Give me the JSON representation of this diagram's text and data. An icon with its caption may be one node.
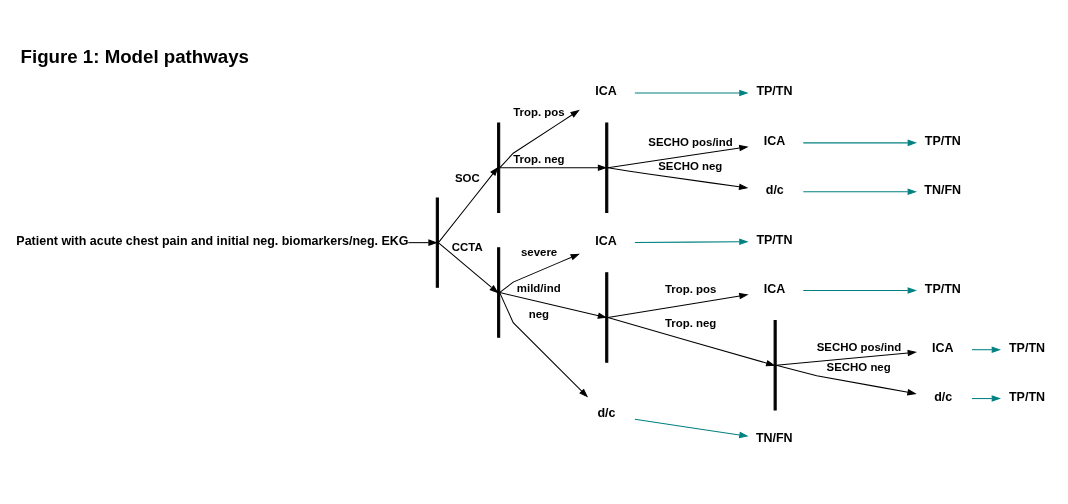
{
  "diagram": {
    "title": "Figure 1: Model pathways",
    "nodes": [
      {
        "text": [
          "Patient with acute chest pain and initial neg. biomarkers/neg. EKG"
        ]
      },
      {
        "text": [],
        "shape": "bar"
      },
      {
        "text": [],
        "shape": "bar"
      },
      {
        "text": [
          "ICA"
        ]
      },
      {
        "text": [
          "TP/TN"
        ]
      },
      {
        "text": [],
        "shape": "bar"
      },
      {
        "text": [
          "ICA"
        ]
      },
      {
        "text": [
          "TP/TN"
        ]
      },
      {
        "text": [
          "d/c"
        ]
      },
      {
        "text": [
          "TN/FN"
        ]
      },
      {
        "text": [],
        "shape": "bar"
      },
      {
        "text": [
          "ICA"
        ]
      },
      {
        "text": [
          "TP/TN"
        ]
      },
      {
        "text": [],
        "shape": "bar"
      },
      {
        "text": [
          "ICA"
        ]
      },
      {
        "text": [
          "TP/TN"
        ]
      },
      {
        "text": [],
        "shape": "bar"
      },
      {
        "text": [
          "ICA"
        ]
      },
      {
        "text": [
          "TP/TN"
        ]
      },
      {
        "text": [
          "d/c"
        ]
      },
      {
        "text": [
          "TP/TN"
        ]
      },
      {
        "text": [
          "d/c"
        ]
      },
      {
        "text": [
          "TN/FN"
        ]
      }
    ],
    "edges": [
      {
        "from": 0,
        "to": 1,
        "arrow": "to"
      },
      {
        "from": 1,
        "to": 2,
        "arrow": "to",
        "label": "SOC"
      },
      {
        "from": 1,
        "to": 10,
        "arrow": "to",
        "label": "CCTA"
      },
      {
        "from": 2,
        "to": 3,
        "arrow": "to",
        "label": "Trop. pos"
      },
      {
        "from": 2,
        "to": 5,
        "arrow": "to",
        "label": "Trop. neg"
      },
      {
        "from": 3,
        "to": 4,
        "arrow": "to",
        "color": "#008080"
      },
      {
        "from": 5,
        "to": 6,
        "arrow": "to",
        "label": "SECHO pos/ind"
      },
      {
        "from": 5,
        "to": 8,
        "arrow": "to",
        "label": "SECHO neg"
      },
      {
        "from": 6,
        "to": 7,
        "arrow": "to",
        "color": "#008080"
      },
      {
        "from": 8,
        "to": 9,
        "arrow": "to",
        "color": "#008080"
      },
      {
        "from": 10,
        "to": 11,
        "arrow": "to",
        "label": "severe"
      },
      {
        "from": 10,
        "to": 13,
        "arrow": "to",
        "label": "mild/ind"
      },
      {
        "from": 10,
        "to": 21,
        "arrow": "to",
        "label": "neg"
      },
      {
        "from": 11,
        "to": 12,
        "arrow": "to",
        "color": "#008080"
      },
      {
        "from": 13,
        "to": 14,
        "arrow": "to",
        "label": "Trop. pos"
      },
      {
        "from": 13,
        "to": 16,
        "arrow": "to",
        "label": "Trop. neg"
      },
      {
        "from": 14,
        "to": 15,
        "arrow": "to",
        "color": "#008080"
      },
      {
        "from": 16,
        "to": 17,
        "arrow": "to",
        "label": "SECHO pos/ind"
      },
      {
        "from": 16,
        "to": 19,
        "arrow": "to",
        "label": "SECHO neg"
      },
      {
        "from": 17,
        "to": 18,
        "arrow": "to",
        "color": "#008080"
      },
      {
        "from": 19,
        "to": 20,
        "arrow": "to",
        "color": "#008080"
      },
      {
        "from": 21,
        "to": 22,
        "arrow": "to",
        "color": "#008080"
      }
    ]
  }
}
